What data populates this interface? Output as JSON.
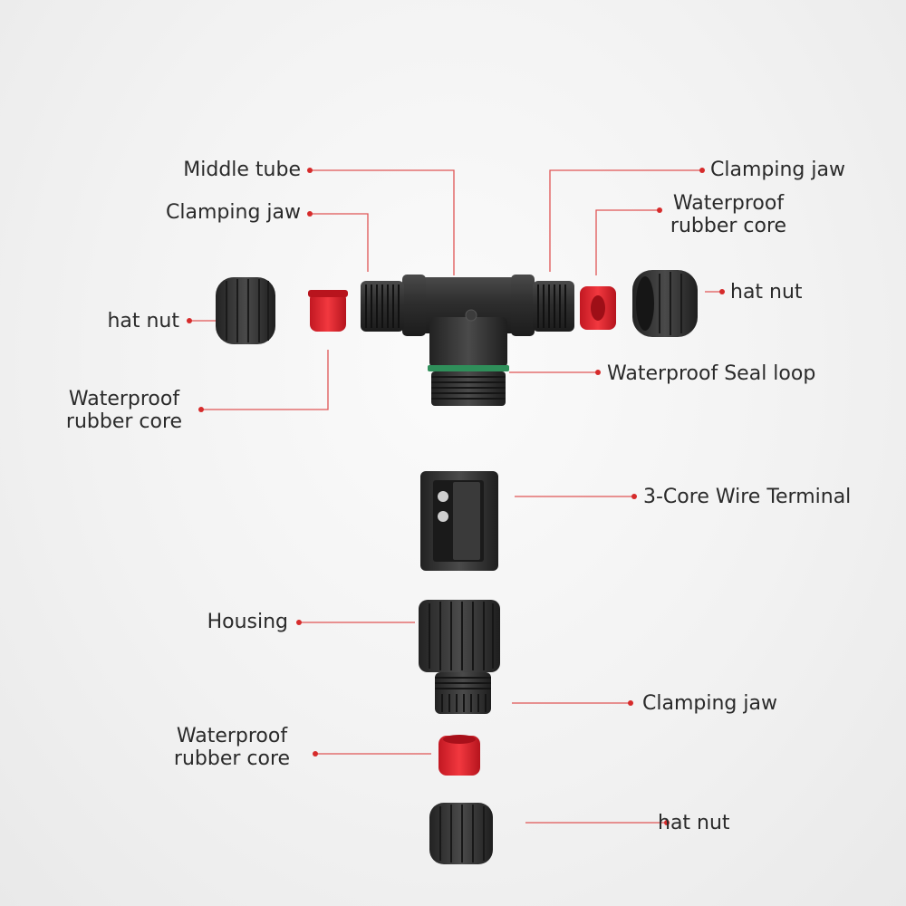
{
  "labels": {
    "middle_tube": "Middle tube",
    "clamping_jaw_top_left": "Clamping jaw",
    "clamping_jaw_top_right": "Clamping jaw",
    "waterproof_rubber_core_top_right": "Waterproof rubber core",
    "hat_nut_left": "hat nut",
    "hat_nut_right": "hat nut",
    "waterproof_rubber_core_left": "Waterproof rubber core",
    "waterproof_seal_loop": "Waterproof Seal loop",
    "wire_terminal": "3-Core Wire Terminal",
    "housing": "Housing",
    "clamping_jaw_bottom": "Clamping jaw",
    "waterproof_rubber_core_bottom": "Waterproof rubber core",
    "hat_nut_bottom": "hat nut"
  },
  "colors": {
    "part_black": "#2b2b2b",
    "rubber_red": "#e0232e",
    "seal_green": "#2f8f5a",
    "leader_red": "#d62b2b"
  }
}
